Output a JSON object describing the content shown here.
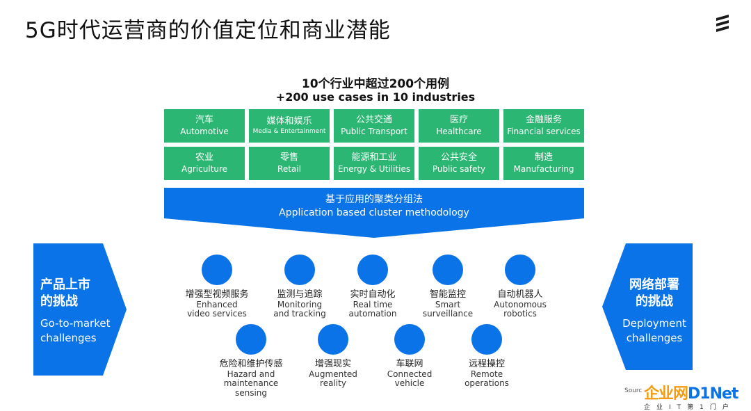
{
  "title": "5G时代运营商的价值定位和商业潜能",
  "header": {
    "zh": "10个行业中超过200个用例",
    "en": "+200 use cases in 10 industries"
  },
  "industries": [
    {
      "zh": "汽车",
      "en": "Automotive"
    },
    {
      "zh": "媒体和娱乐",
      "en": "Media & Entertainment"
    },
    {
      "zh": "公共交通",
      "en": "Public Transport"
    },
    {
      "zh": "医疗",
      "en": "Healthcare"
    },
    {
      "zh": "金融服务",
      "en": "Financial services"
    },
    {
      "zh": "农业",
      "en": "Agriculture"
    },
    {
      "zh": "零售",
      "en": "Retail"
    },
    {
      "zh": "能源和工业",
      "en": "Energy & Utilities"
    },
    {
      "zh": "公共安全",
      "en": "Public safety"
    },
    {
      "zh": "制造",
      "en": "Manufacturing"
    }
  ],
  "banner": {
    "zh": "基于应用的聚类分组法",
    "en": "Application based cluster methodology"
  },
  "left_panel": {
    "zh_line1": "产品上市",
    "zh_line2": "的挑战",
    "en_line1": "Go-to-market",
    "en_line2": "challenges"
  },
  "right_panel": {
    "zh_line1": "网络部署",
    "zh_line2": "的挑战",
    "en_line1": "Deployment",
    "en_line2": "challenges"
  },
  "use_cases": [
    {
      "zh": "增强型视频服务",
      "en1": "Enhanced",
      "en2": "video services",
      "en3": ""
    },
    {
      "zh": "监测与追踪",
      "en1": "Monitoring",
      "en2": "and tracking",
      "en3": ""
    },
    {
      "zh": "实时自动化",
      "en1": "Real time",
      "en2": "automation",
      "en3": ""
    },
    {
      "zh": "智能监控",
      "en1": "Smart",
      "en2": "surveillance",
      "en3": ""
    },
    {
      "zh": "自动机器人",
      "en1": "Autonomous",
      "en2": "robotics",
      "en3": ""
    },
    {
      "zh": "危险和维护传感",
      "en1": "Hazard and",
      "en2": "maintenance",
      "en3": "sensing"
    },
    {
      "zh": "增强现实",
      "en1": "Augmented",
      "en2": "reality",
      "en3": ""
    },
    {
      "zh": "车联网",
      "en1": "Connected",
      "en2": "vehicle",
      "en3": ""
    },
    {
      "zh": "远程操控",
      "en1": "Remote",
      "en2": "operations",
      "en3": ""
    }
  ],
  "source": "Sourc",
  "watermark": {
    "main_a": "企业网",
    "main_b": "D1Net",
    "sub": "企业IT第1门户"
  },
  "colors": {
    "green": "#2bb673",
    "blue": "#0a73e8",
    "logo": "#1a1a1a"
  },
  "icons": {
    "logo": "ericsson-logo-icon"
  }
}
